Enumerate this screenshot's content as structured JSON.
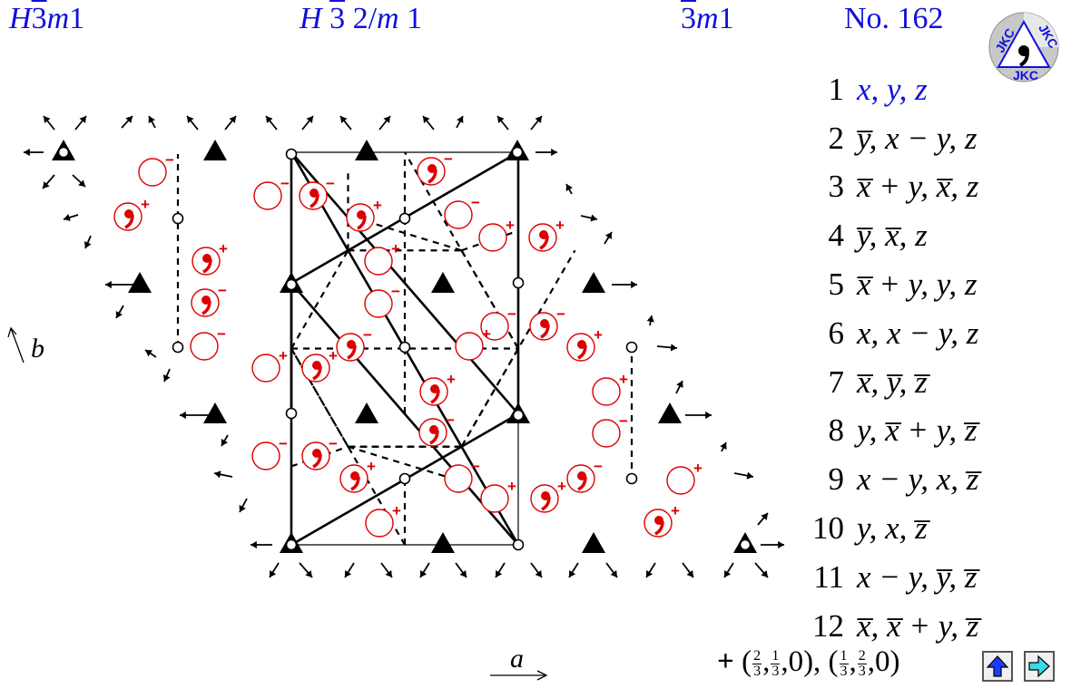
{
  "header": {
    "short_symbol": {
      "letter": "H",
      "bar": "3",
      "mirror": "m",
      "axis": "1"
    },
    "full_symbol": {
      "letter": "H",
      "bar": "3",
      "part": "2/",
      "mirror": "m",
      "axis": "1"
    },
    "point_group": {
      "bar": "3",
      "mirror": "m",
      "axis": "1"
    },
    "number": "No. 162"
  },
  "logo": {
    "text_top": "JKC",
    "text_bottom": "JKC",
    "icon": "comma-logo-icon"
  },
  "axes": {
    "a": "a",
    "b": "b"
  },
  "operations": [
    {
      "n": "1",
      "coords": "x, y, z"
    },
    {
      "n": "2",
      "coords": "y̅, x − y, z"
    },
    {
      "n": "3",
      "coords": "x̅ + y, x̅, z"
    },
    {
      "n": "4",
      "coords": "y̅, x̅, z"
    },
    {
      "n": "5",
      "coords": "x̅ + y, y, z"
    },
    {
      "n": "6",
      "coords": "x, x − y, z"
    },
    {
      "n": "7",
      "coords": "x̅, y̅, z̅"
    },
    {
      "n": "8",
      "coords": "y, x̅ + y, z̅"
    },
    {
      "n": "9",
      "coords": "x − y, x, z̅"
    },
    {
      "n": "10",
      "coords": "y, x, z̅"
    },
    {
      "n": "11",
      "coords": "x − y, y̅, z̅"
    },
    {
      "n": "12",
      "coords": "x̅, x̅ + y, z̅"
    }
  ],
  "centering": {
    "plus": "+",
    "t1": {
      "n1": "2",
      "d1": "3",
      "n2": "1",
      "d2": "3",
      "z": "0"
    },
    "t2": {
      "n1": "1",
      "d1": "3",
      "n2": "2",
      "d2": "3",
      "z": "0"
    }
  },
  "nav": {
    "up_icon": "up-arrow-icon",
    "right_icon": "right-arrow-icon",
    "up_color": "#1e3cff",
    "right_color": "#38d8e8"
  },
  "colors": {
    "title": "#1010dd",
    "equivalent_positions": "#dd0000",
    "symbols": "#000000"
  },
  "equivalent_position_signs": {
    "plus": "+",
    "minus": "−"
  }
}
